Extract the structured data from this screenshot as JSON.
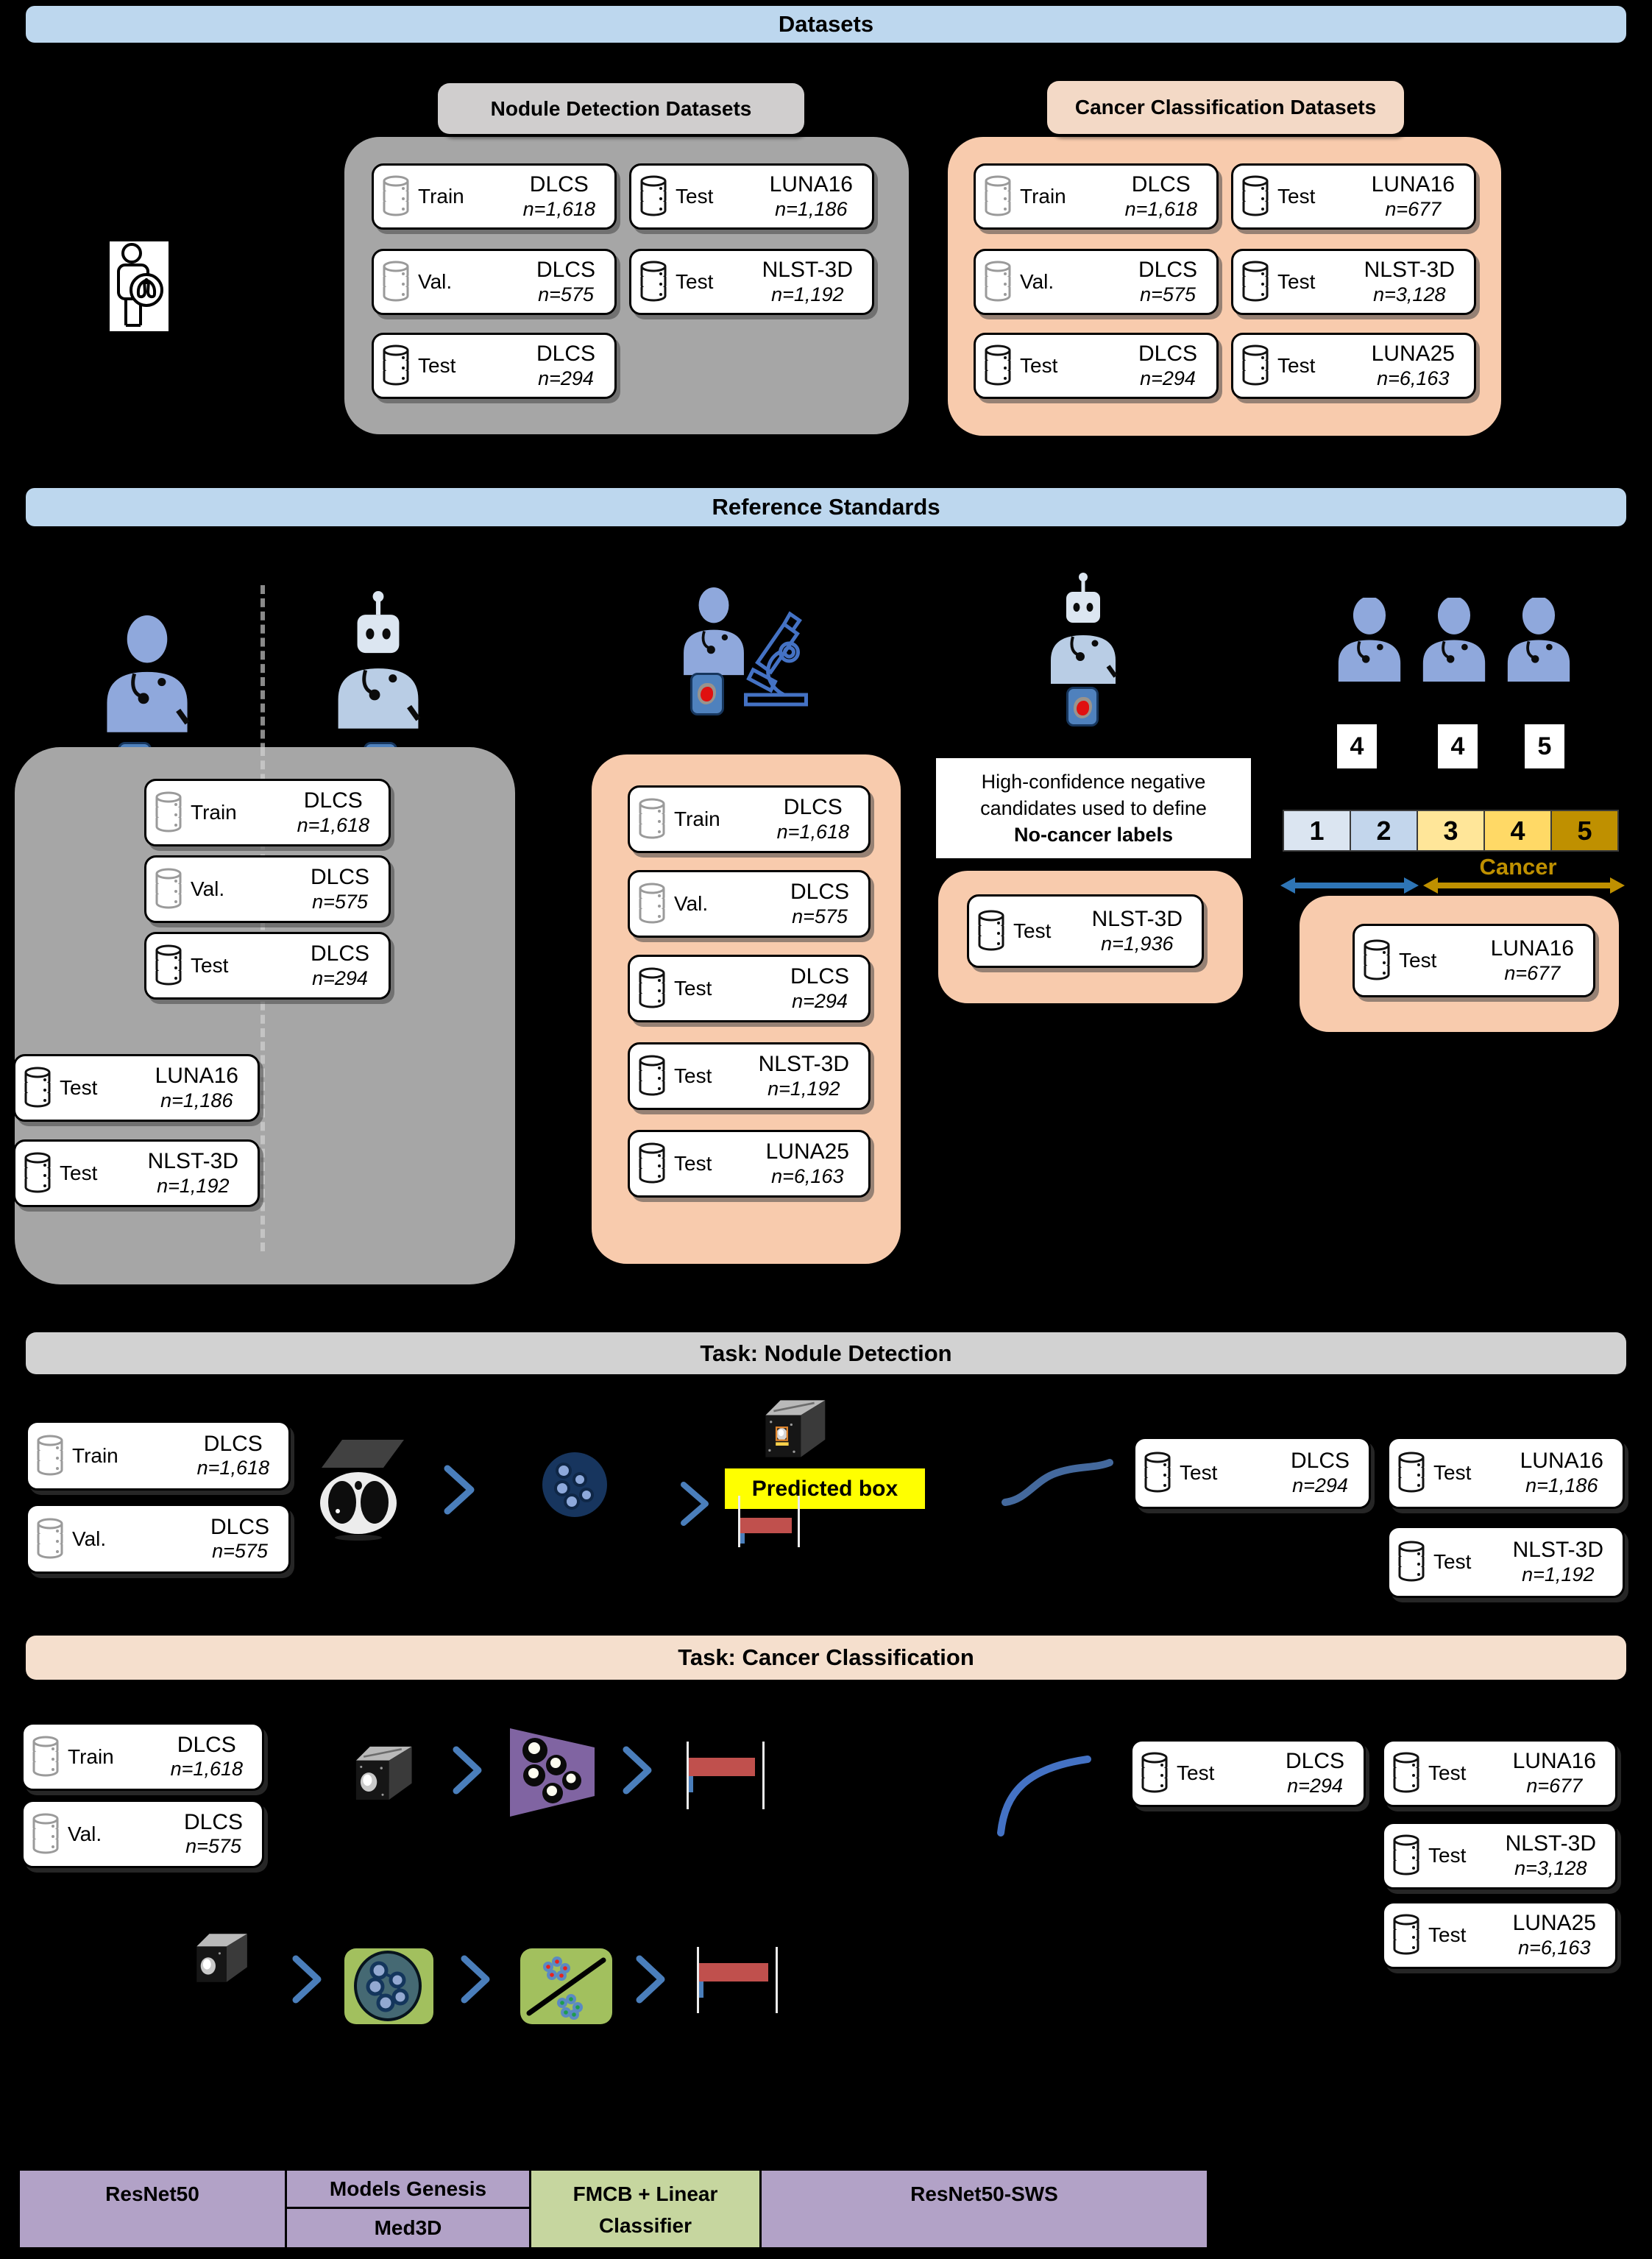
{
  "colors": {
    "background": "#000000",
    "section_header_blue": "#bdd7ee",
    "panel_gray": "#a6a6a6",
    "label_gray": "#d0cece",
    "panel_orange": "#f8cbad",
    "label_orange": "#f3d9c6",
    "task_detection_bar": "#d2d2d2",
    "task_classification_bar": "#f5dfcd",
    "accent_blue": "#4a7ebb",
    "arrow_blue": "#2e75b6",
    "gold": "#bf9000",
    "score_bar_red": "#c0504d",
    "predicted_box_yellow": "#ffff00",
    "legend_purple": "#b2a2c7",
    "legend_green": "#c6d69f"
  },
  "datasets_section": {
    "header": "Datasets",
    "nodule": {
      "label": "Nodule Detection Datasets",
      "boxes": [
        {
          "split": "Train",
          "name": "DLCS",
          "n": "n=1,618",
          "icon": "light"
        },
        {
          "split": "Val.",
          "name": "DLCS",
          "n": "n=575",
          "icon": "light"
        },
        {
          "split": "Test",
          "name": "DLCS",
          "n": "n=294",
          "icon": "dark"
        },
        {
          "split": "Test",
          "name": "LUNA16",
          "n": "n=1,186",
          "icon": "dark"
        },
        {
          "split": "Test",
          "name": "NLST-3D",
          "n": "n=1,192",
          "icon": "dark"
        }
      ]
    },
    "cancer": {
      "label": "Cancer Classification Datasets",
      "boxes": [
        {
          "split": "Train",
          "name": "DLCS",
          "n": "n=1,618",
          "icon": "light"
        },
        {
          "split": "Val.",
          "name": "DLCS",
          "n": "n=575",
          "icon": "light"
        },
        {
          "split": "Test",
          "name": "DLCS",
          "n": "n=294",
          "icon": "dark"
        },
        {
          "split": "Test",
          "name": "LUNA16",
          "n": "n=677",
          "icon": "dark"
        },
        {
          "split": "Test",
          "name": "NLST-3D",
          "n": "n=3,128",
          "icon": "dark"
        },
        {
          "split": "Test",
          "name": "LUNA25",
          "n": "n=6,163",
          "icon": "dark"
        }
      ]
    }
  },
  "reference_section": {
    "header": "Reference Standards",
    "manual_boxes": [
      {
        "split": "Train",
        "name": "DLCS",
        "n": "n=1,618",
        "icon": "light"
      },
      {
        "split": "Val.",
        "name": "DLCS",
        "n": "n=575",
        "icon": "light"
      },
      {
        "split": "Test",
        "name": "DLCS",
        "n": "n=294",
        "icon": "dark"
      },
      {
        "split": "Test",
        "name": "LUNA16",
        "n": "n=1,186",
        "icon": "dark"
      },
      {
        "split": "Test",
        "name": "NLST-3D",
        "n": "n=1,192",
        "icon": "dark"
      }
    ],
    "pathology_boxes": [
      {
        "split": "Train",
        "name": "DLCS",
        "n": "n=1,618",
        "icon": "light"
      },
      {
        "split": "Val.",
        "name": "DLCS",
        "n": "n=575",
        "icon": "light"
      },
      {
        "split": "Test",
        "name": "DLCS",
        "n": "n=294",
        "icon": "dark"
      },
      {
        "split": "Test",
        "name": "NLST-3D",
        "n": "n=1,192",
        "icon": "dark"
      },
      {
        "split": "Test",
        "name": "LUNA25",
        "n": "n=6,163",
        "icon": "dark"
      }
    ],
    "note_line1": "High-confidence negative",
    "note_line2": "candidates used to define",
    "note_bold": "No-cancer labels",
    "robot_boxes": [
      {
        "split": "Test",
        "name": "NLST-3D",
        "n": "n=1,936",
        "icon": "dark"
      }
    ],
    "reader_scores": [
      "4",
      "4",
      "5"
    ],
    "scale_cells": [
      {
        "label": "1",
        "color": "#dbe5f1"
      },
      {
        "label": "2",
        "color": "#c3d6ec"
      },
      {
        "label": "3",
        "color": "#ffe699"
      },
      {
        "label": "4",
        "color": "#ffd966"
      },
      {
        "label": "5",
        "color": "#bf9000"
      }
    ],
    "cancer_label": "Cancer",
    "reader_boxes": [
      {
        "split": "Test",
        "name": "LUNA16",
        "n": "n=677",
        "icon": "dark"
      }
    ]
  },
  "nodule_task": {
    "header": "Task: Nodule Detection",
    "left_boxes": [
      {
        "split": "Train",
        "name": "DLCS",
        "n": "n=1,618",
        "icon": "light"
      },
      {
        "split": "Val.",
        "name": "DLCS",
        "n": "n=575",
        "icon": "light"
      }
    ],
    "predicted_label": "Predicted box",
    "test_boxes": [
      {
        "split": "Test",
        "name": "DLCS",
        "n": "n=294",
        "icon": "dark"
      },
      {
        "split": "Test",
        "name": "LUNA16",
        "n": "n=1,186",
        "icon": "dark"
      },
      {
        "split": "Test",
        "name": "NLST-3D",
        "n": "n=1,192",
        "icon": "dark"
      }
    ]
  },
  "cancer_task": {
    "header": "Task: Cancer Classification",
    "left_boxes": [
      {
        "split": "Train",
        "name": "DLCS",
        "n": "n=1,618",
        "icon": "light"
      },
      {
        "split": "Val.",
        "name": "DLCS",
        "n": "n=575",
        "icon": "light"
      }
    ],
    "test_boxes": [
      {
        "split": "Test",
        "name": "DLCS",
        "n": "n=294",
        "icon": "dark"
      },
      {
        "split": "Test",
        "name": "LUNA16",
        "n": "n=677",
        "icon": "dark"
      },
      {
        "split": "Test",
        "name": "NLST-3D",
        "n": "n=3,128",
        "icon": "dark"
      },
      {
        "split": "Test",
        "name": "LUNA25",
        "n": "n=6,163",
        "icon": "dark"
      }
    ]
  },
  "legend": {
    "resnet50": "ResNet50",
    "models_genesis": "Models Genesis",
    "med3d": "Med3D",
    "fmcb": "FMCB + Linear Classifier",
    "resnet50_sws": "ResNet50-SWS"
  }
}
